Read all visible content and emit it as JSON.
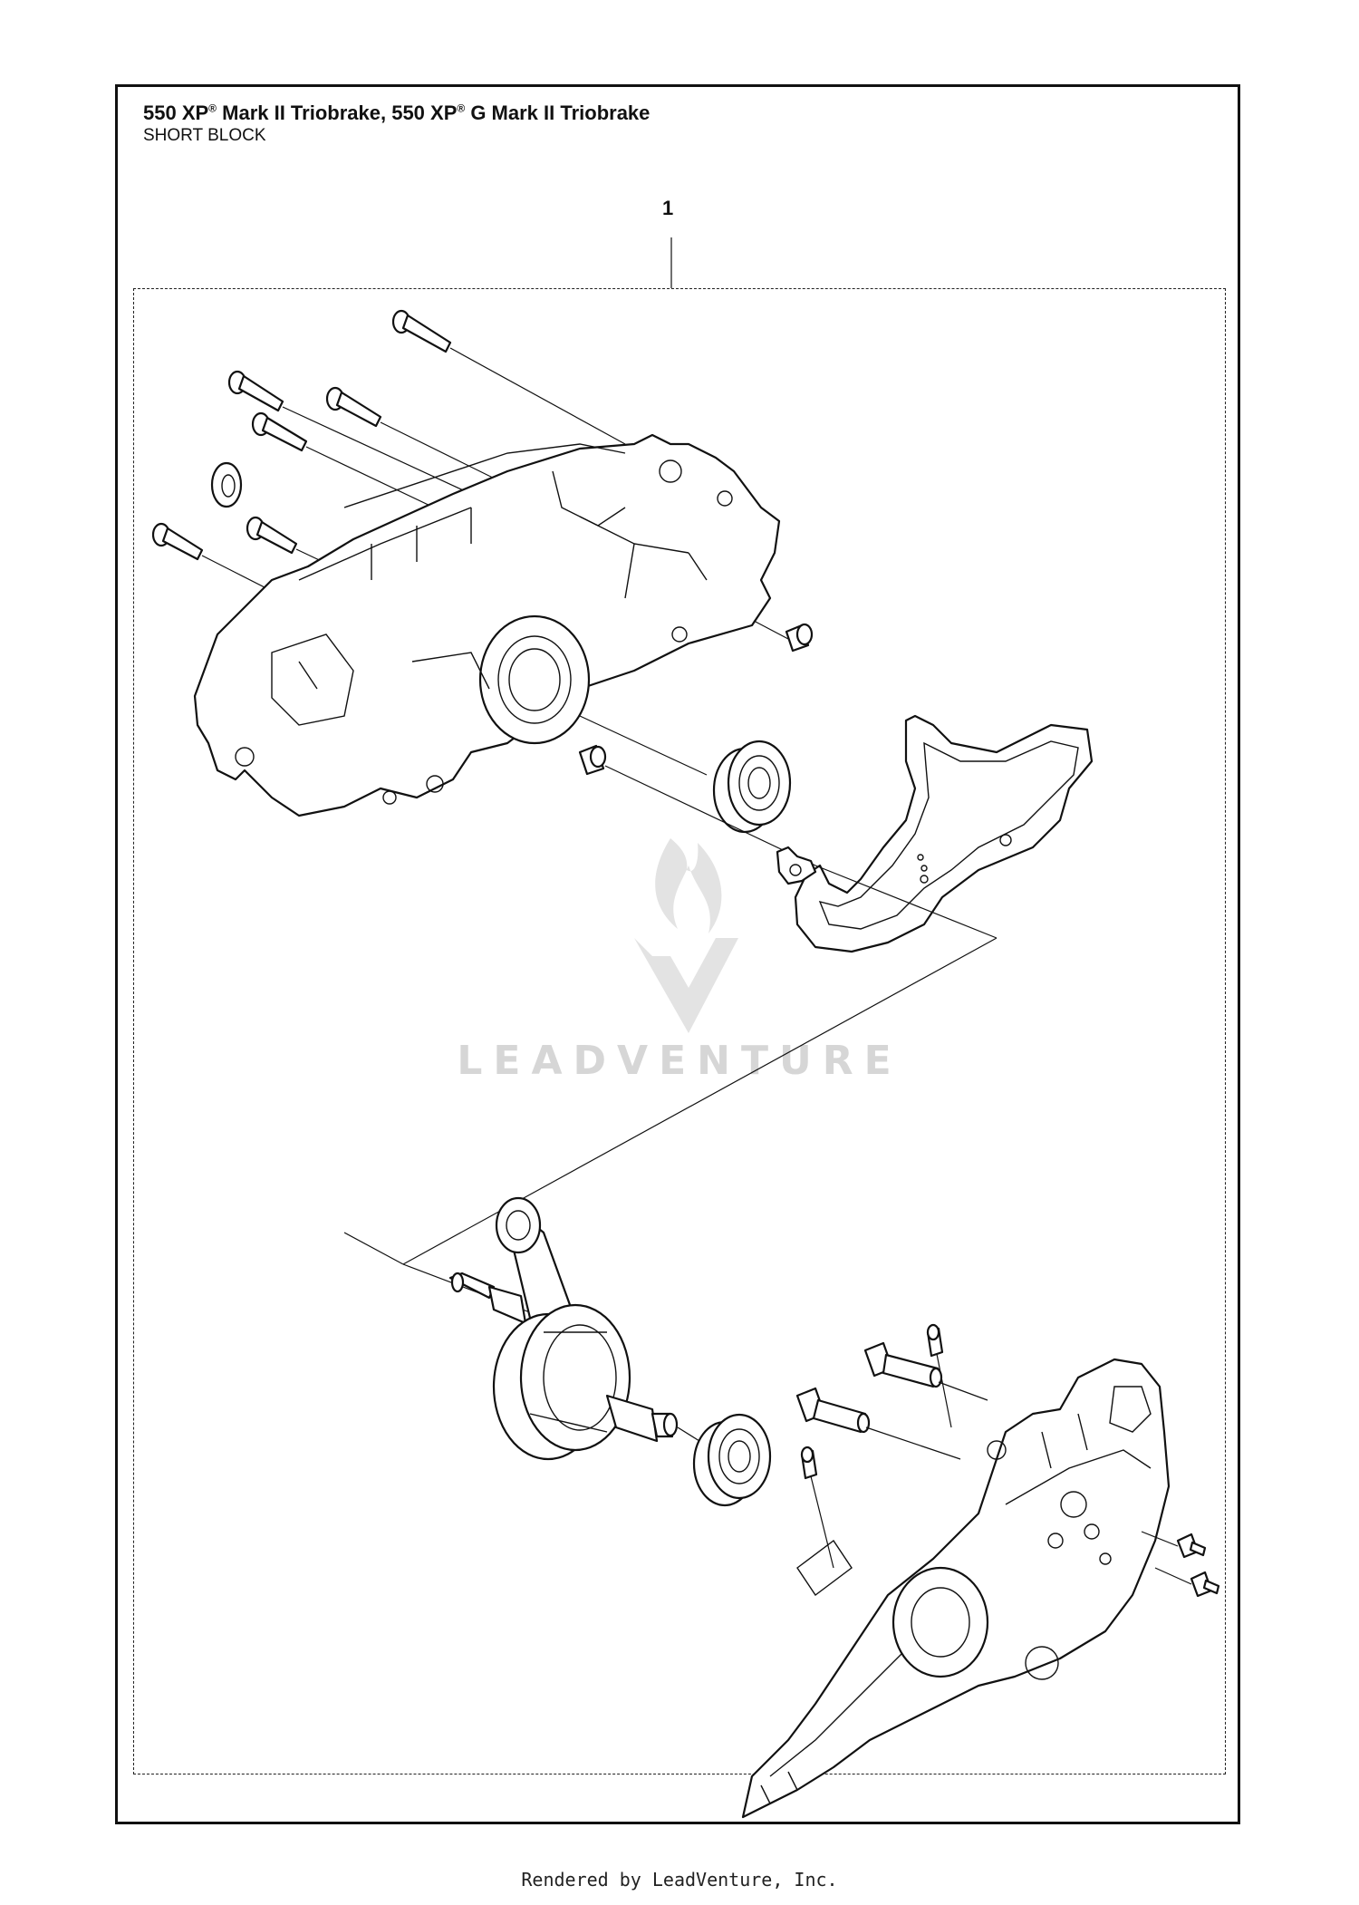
{
  "header": {
    "title_part1": "550 XP",
    "reg1": "®",
    "title_part2": " Mark II Triobrake, 550 XP",
    "reg2": "®",
    "title_part3": " G Mark II Triobrake",
    "subtitle": "SHORT BLOCK"
  },
  "callout": {
    "number": "1"
  },
  "watermark": {
    "text": "LEADVENTURE"
  },
  "footer": {
    "text": "Rendered by LeadVenture, Inc."
  }
}
